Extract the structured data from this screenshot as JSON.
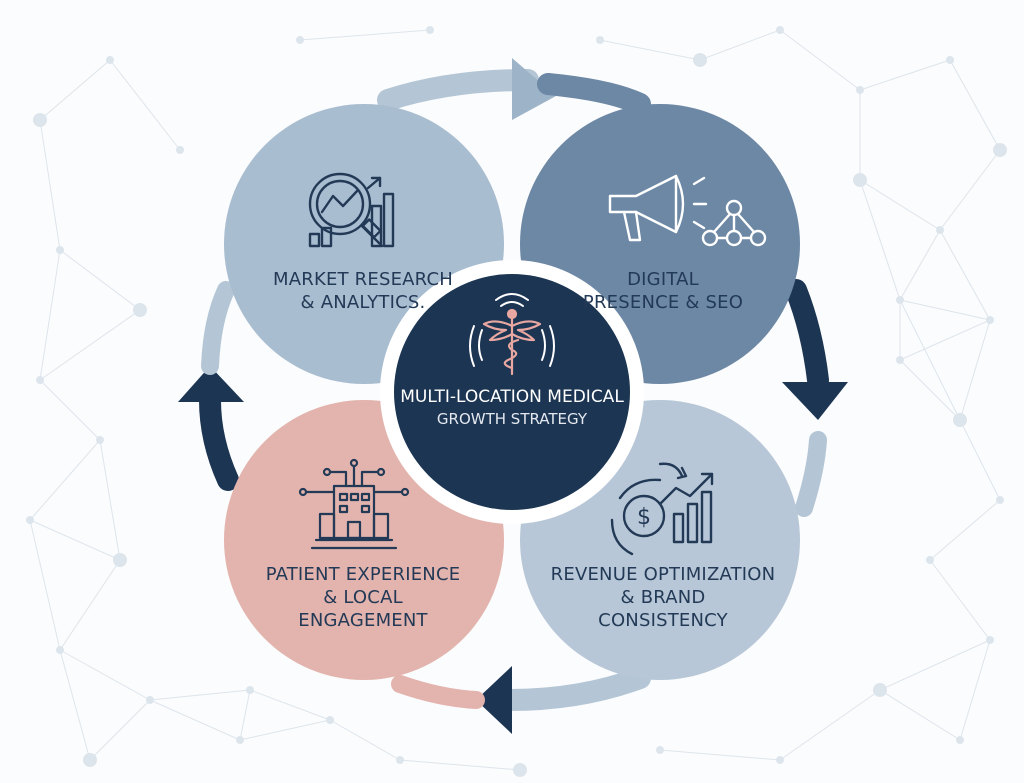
{
  "colors": {
    "background": "#fbfcfd",
    "network": "#dde5ec",
    "ring_light": "#b4c6d6",
    "ring_dark": "#1c3553",
    "market_circle": "#a9bdd0",
    "digital_circle": "#6d88a5",
    "patient_circle": "#e3b3ad",
    "revenue_circle": "#b7c7d7",
    "center_circle": "#1c3553",
    "center_accent": "#e8a7a0"
  },
  "center": {
    "line1": "MULTI-LOCATION MEDICAL",
    "line2": "GROWTH STRATEGY",
    "icon": "caduceus-icon"
  },
  "segments": {
    "market": {
      "line1": "MARKET RESEARCH",
      "line2": "& ANALYTICS.",
      "icon": "magnifier-chart-icon"
    },
    "digital": {
      "line1": "DIGITAL",
      "line2": "PRESENCE & SEO",
      "icon": "megaphone-network-icon"
    },
    "patient": {
      "line1": "PATIENT EXPERIENCE",
      "line2": "& LOCAL",
      "line3": "ENGAGEMENT",
      "icon": "connected-building-icon"
    },
    "revenue": {
      "line1": "REVENUE OPTIMIZATION",
      "line2": "& BRAND",
      "line3": "CONSISTENCY",
      "icon": "dollar-growth-icon"
    }
  }
}
